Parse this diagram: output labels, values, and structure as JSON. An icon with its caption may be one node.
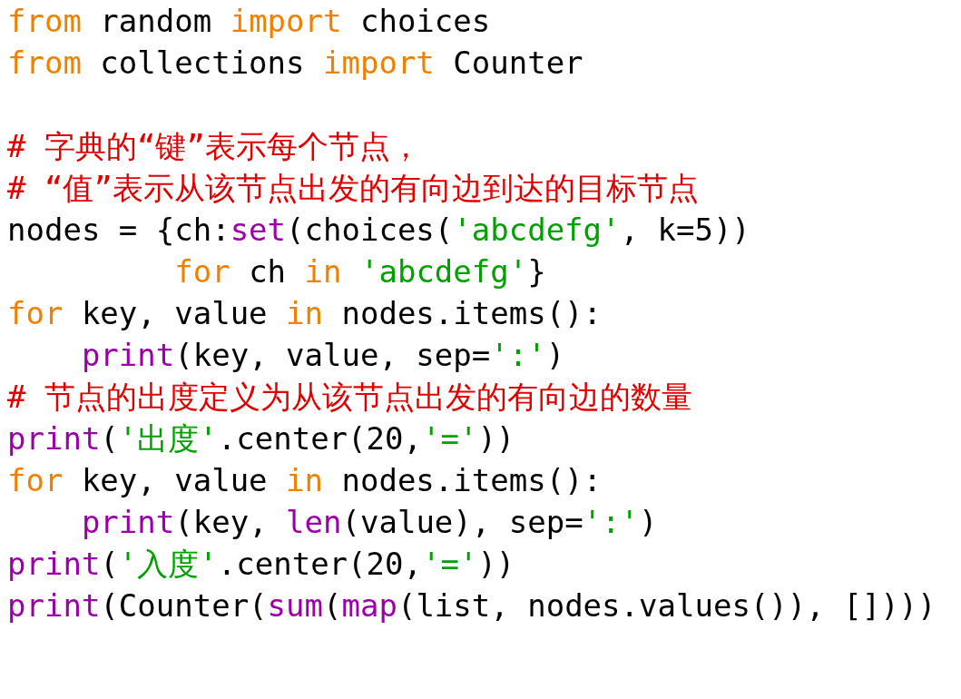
{
  "diagram": {
    "labels": [
      "from random import choices",
      "from collections import Counter",
      "# 字典的“键”表示每个节点，",
      "# “值”表示从该节点出发的有向边到达的目标节点",
      "nodes = {ch:set(choices('abcdefg', k=5))",
      "         for ch in 'abcdefg'}",
      "for key, value in nodes.items():",
      "    print(key, value, sep=':')",
      "# 节点的出度定义为从该节点出发的有向边的数量",
      "print('出度'.center(20,'='))",
      "for key, value in nodes.items():",
      "    print(key, len(value), sep=':')",
      "print('入度'.center(20,'='))",
      "print(Counter(sum(map(list, nodes.values()), [])))"
    ]
  }
}
